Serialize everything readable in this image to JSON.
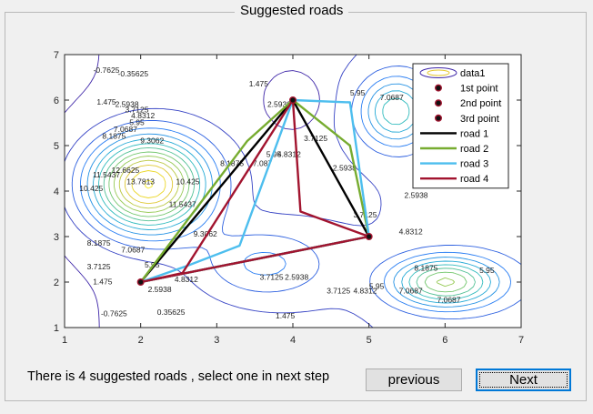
{
  "panel": {
    "title": "Suggested roads"
  },
  "status_text": "There is 4 suggested roads , select one in next step",
  "buttons": {
    "previous": "previous",
    "next": "Next"
  },
  "colors": {
    "road1": "#000000",
    "road2": "#77ac30",
    "road3": "#4dbeee",
    "road4": "#a2142f",
    "point": "#a2142f"
  },
  "chart_data": {
    "type": "contour",
    "xlim": [
      1,
      7
    ],
    "ylim": [
      1,
      7
    ],
    "xticks": [
      1,
      2,
      3,
      4,
      5,
      6,
      7
    ],
    "yticks": [
      1,
      2,
      3,
      4,
      5,
      6,
      7
    ],
    "points": [
      {
        "name": "1st point",
        "x": 4,
        "y": 6
      },
      {
        "name": "2nd point",
        "x": 5,
        "y": 3
      },
      {
        "name": "3rd point",
        "x": 2,
        "y": 2
      }
    ],
    "series": [
      {
        "name": "road 1",
        "color": "#000000",
        "x": [
          4,
          5,
          2,
          4
        ],
        "y": [
          6,
          3,
          2,
          6
        ]
      },
      {
        "name": "road 2",
        "color": "#77ac30",
        "x": [
          4,
          4.75,
          5,
          2,
          3.4,
          4
        ],
        "y": [
          6,
          5,
          3,
          2,
          5.1,
          6
        ]
      },
      {
        "name": "road 3",
        "color": "#4dbeee",
        "x": [
          4,
          4.75,
          5,
          2,
          2.6,
          3.3,
          4
        ],
        "y": [
          6,
          5.95,
          3,
          2,
          2.35,
          2.8,
          6
        ]
      },
      {
        "name": "road 4",
        "color": "#a2142f",
        "x": [
          4,
          4.1,
          5,
          2,
          2.55,
          4
        ],
        "y": [
          6,
          3.55,
          3,
          2,
          2.2,
          6
        ]
      }
    ],
    "legend": {
      "placement": "top-right",
      "entries": [
        "data1",
        "1st point",
        "2nd point",
        "3rd point",
        "road 1",
        "road 2",
        "road 3",
        "road 4"
      ]
    },
    "contour_labels": [
      {
        "text": "-0.7625",
        "x": 1.55,
        "y": 6.6
      },
      {
        "text": "-0.35625",
        "x": 1.9,
        "y": 6.52
      },
      {
        "text": "1.475",
        "x": 1.55,
        "y": 5.9
      },
      {
        "text": "2.5938",
        "x": 1.82,
        "y": 5.85
      },
      {
        "text": "3.7125",
        "x": 1.95,
        "y": 5.73
      },
      {
        "text": "4.8312",
        "x": 2.03,
        "y": 5.6
      },
      {
        "text": "5.95",
        "x": 1.95,
        "y": 5.45
      },
      {
        "text": "7.0687",
        "x": 1.8,
        "y": 5.3
      },
      {
        "text": "8.1875",
        "x": 1.65,
        "y": 5.15
      },
      {
        "text": "9.3062",
        "x": 2.15,
        "y": 5.05
      },
      {
        "text": "12.6625",
        "x": 1.8,
        "y": 4.4
      },
      {
        "text": "13.7813",
        "x": 2.0,
        "y": 4.15
      },
      {
        "text": "11.5437",
        "x": 1.55,
        "y": 4.3
      },
      {
        "text": "10.425",
        "x": 1.35,
        "y": 4.0
      },
      {
        "text": "10.425",
        "x": 2.62,
        "y": 4.15
      },
      {
        "text": "11.5437",
        "x": 2.55,
        "y": 3.65
      },
      {
        "text": "9.3062",
        "x": 2.85,
        "y": 3.0
      },
      {
        "text": "8.1875",
        "x": 1.45,
        "y": 2.8
      },
      {
        "text": "7.0687",
        "x": 1.9,
        "y": 2.65
      },
      {
        "text": "3.7125",
        "x": 1.45,
        "y": 2.28
      },
      {
        "text": "5.95",
        "x": 2.15,
        "y": 2.32
      },
      {
        "text": "4.8312",
        "x": 2.6,
        "y": 2.0
      },
      {
        "text": "1.475",
        "x": 1.5,
        "y": 1.95
      },
      {
        "text": "2.5938",
        "x": 2.25,
        "y": 1.78
      },
      {
        "text": "-0.7625",
        "x": 1.65,
        "y": 1.25
      },
      {
        "text": "0.35625",
        "x": 2.4,
        "y": 1.28
      },
      {
        "text": "1.475",
        "x": 3.55,
        "y": 6.3
      },
      {
        "text": "5.95",
        "x": 4.85,
        "y": 6.1
      },
      {
        "text": "7.0687",
        "x": 5.3,
        "y": 6.0
      },
      {
        "text": "3.7125",
        "x": 4.3,
        "y": 5.1
      },
      {
        "text": "2.5938",
        "x": 4.68,
        "y": 4.45
      },
      {
        "text": "2.5938",
        "x": 5.62,
        "y": 3.85
      },
      {
        "text": "3.7125",
        "x": 4.95,
        "y": 3.42
      },
      {
        "text": "4.8312",
        "x": 5.55,
        "y": 3.05
      },
      {
        "text": "8.1875",
        "x": 5.75,
        "y": 2.25
      },
      {
        "text": "5.95",
        "x": 5.1,
        "y": 1.85
      },
      {
        "text": "7.0687",
        "x": 5.55,
        "y": 1.75
      },
      {
        "text": "7.0687",
        "x": 6.05,
        "y": 1.55
      },
      {
        "text": "5.95",
        "x": 6.55,
        "y": 2.2
      },
      {
        "text": "3.7125",
        "x": 3.72,
        "y": 2.05
      },
      {
        "text": "2.5938",
        "x": 4.05,
        "y": 2.05
      },
      {
        "text": "3.7125",
        "x": 4.6,
        "y": 1.75
      },
      {
        "text": "4.8312",
        "x": 4.95,
        "y": 1.75
      },
      {
        "text": "1.475",
        "x": 3.9,
        "y": 1.2
      },
      {
        "text": "8.1875",
        "x": 3.2,
        "y": 4.55
      },
      {
        "text": "7.087",
        "x": 3.6,
        "y": 4.55
      },
      {
        "text": "5.95",
        "x": 3.75,
        "y": 4.75
      },
      {
        "text": "4.8312",
        "x": 3.95,
        "y": 4.75
      },
      {
        "text": "2.5938",
        "x": 3.82,
        "y": 5.85
      }
    ]
  }
}
